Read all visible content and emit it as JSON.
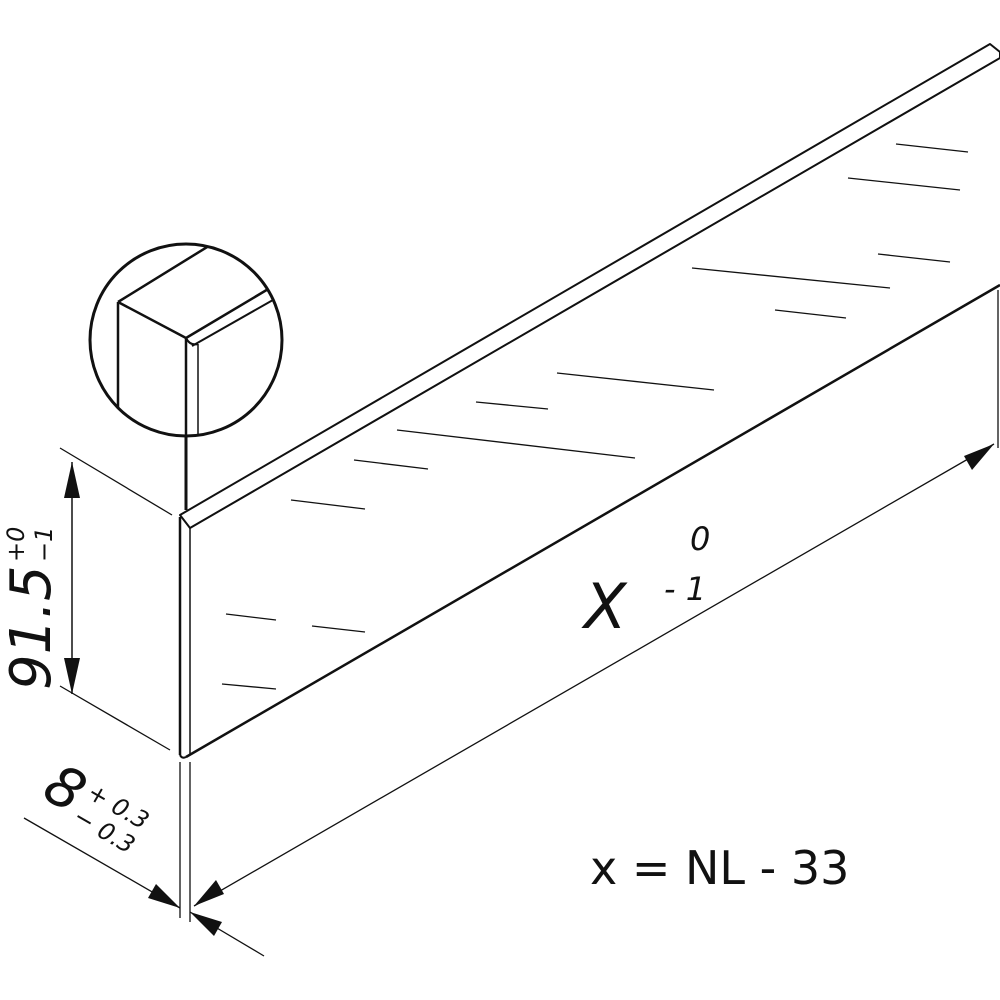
{
  "height_dimension": {
    "value": "91.5",
    "tol_upper": "+0",
    "tol_lower": "−1"
  },
  "thickness_dimension": {
    "value": "8",
    "tol_upper": "+ 0.3",
    "tol_lower": "− 0.3"
  },
  "length_dimension": {
    "symbol": "X",
    "tol_upper": "0",
    "tol_lower": "- 1"
  },
  "formula": "x = NL - 33",
  "colors": {
    "line": "#111111",
    "background": "#ffffff"
  }
}
